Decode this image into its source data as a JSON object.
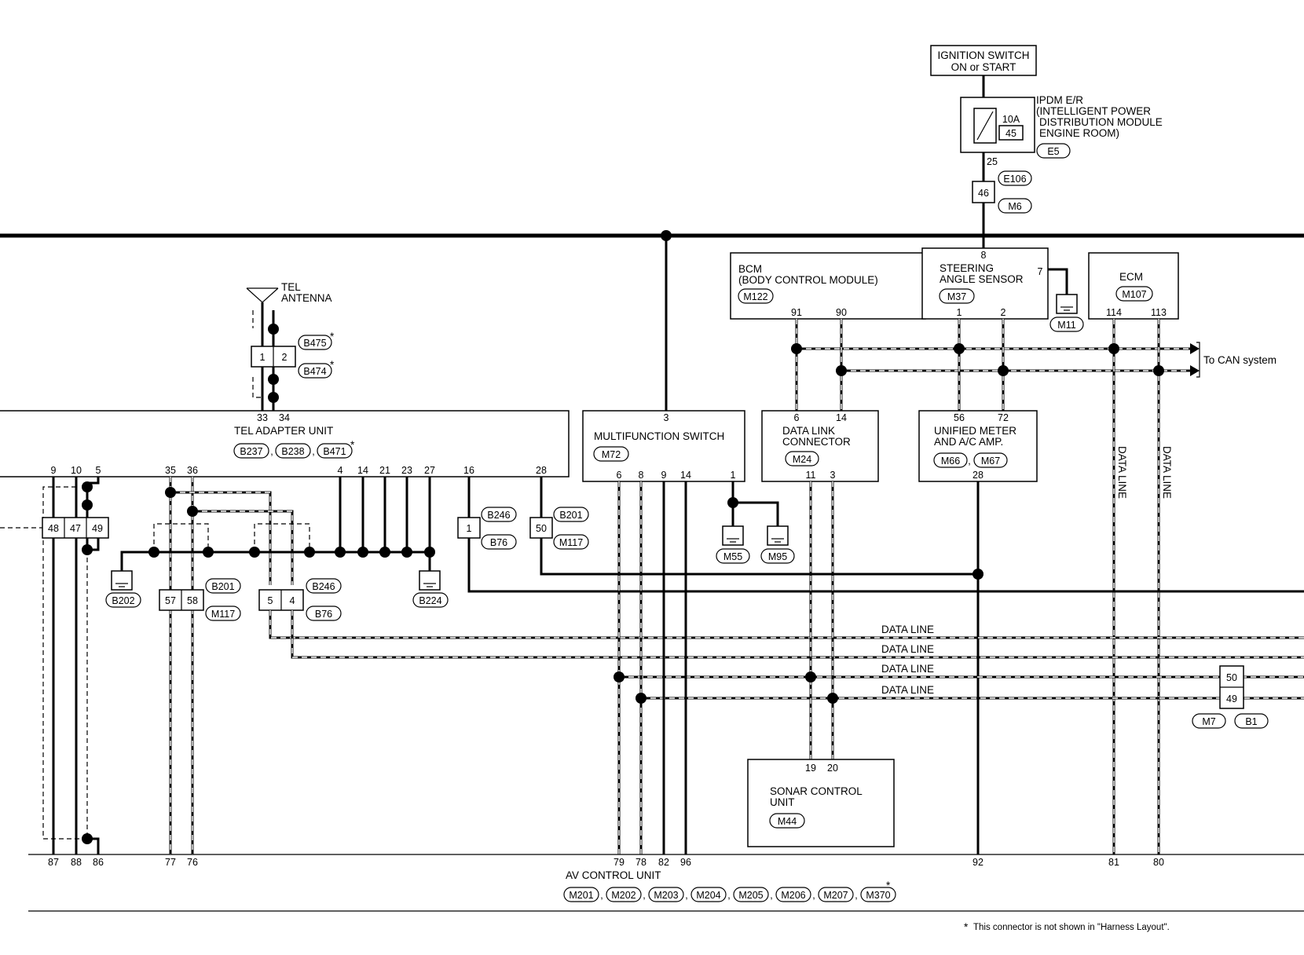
{
  "ignition": {
    "line1": "IGNITION SWITCH",
    "line2": "ON or START"
  },
  "ipdm": {
    "line1": "IPDM E/R",
    "line2": "(INTELLIGENT POWER",
    "line3": "DISTRIBUTION MODULE",
    "line4": "ENGINE ROOM)",
    "fuse_amp": "10A",
    "fuse_no": "45",
    "pin": "25",
    "connector": "E5"
  },
  "inline_e106": {
    "pin": "46",
    "conn_a": "E106",
    "conn_b": "M6"
  },
  "bcm": {
    "line1": "BCM",
    "line2": "(BODY CONTROL MODULE)",
    "connector": "M122",
    "pin_a": "91",
    "pin_b": "90"
  },
  "steering": {
    "line1": "STEERING",
    "line2": "ANGLE SENSOR",
    "connector": "M37",
    "pin_top": "8",
    "pin_gnd": "7",
    "pin_a": "1",
    "pin_b": "2",
    "ground": "M11"
  },
  "ecm": {
    "label": "ECM",
    "connector": "M107",
    "pin_a": "114",
    "pin_b": "113"
  },
  "can": {
    "label": "To CAN system"
  },
  "tel_antenna": {
    "line1": "TEL",
    "line2": "ANTENNA",
    "pin_a": "1",
    "pin_b": "2",
    "conn_a": "B475",
    "conn_b": "B474"
  },
  "tel_adapter": {
    "label": "TEL ADAPTER UNIT",
    "conn": [
      "B237",
      "B238",
      "B471"
    ],
    "top_pins": [
      "33",
      "34"
    ],
    "bottom_pins": [
      "9",
      "10",
      "5",
      "35",
      "36",
      "4",
      "14",
      "21",
      "23",
      "27",
      "16",
      "28"
    ]
  },
  "multifunction": {
    "label": "MULTIFUNCTION SWITCH",
    "connector": "M72",
    "pin_top": "3",
    "bottom_pins": [
      "6",
      "8",
      "9",
      "14",
      "1"
    ],
    "grounds": [
      "M55",
      "M95"
    ]
  },
  "data_link": {
    "line1": "DATA LINK",
    "line2": "CONNECTOR",
    "connector": "M24",
    "top_pins": [
      "6",
      "14"
    ],
    "bottom_pins": [
      "11",
      "3"
    ]
  },
  "meter": {
    "line1": "UNIFIED METER",
    "line2": "AND A/C AMP.",
    "connectors": [
      "M66",
      "M67"
    ],
    "top_pins": [
      "56",
      "72"
    ],
    "bottom_pin": "28"
  },
  "left_jc": {
    "pins": [
      "48",
      "47",
      "49"
    ]
  },
  "gnd_b202": "B202",
  "gnd_b224": "B224",
  "jc_5758": {
    "pins": [
      "57",
      "58"
    ],
    "conn_a": "B201",
    "conn_b": "M117"
  },
  "jc_54": {
    "pins": [
      "5",
      "4"
    ],
    "conn_a": "B246",
    "conn_b": "B76"
  },
  "jc_1": {
    "pin": "1",
    "conn_a": "B246",
    "conn_b": "B76"
  },
  "jc_50": {
    "pin": "50",
    "conn_a": "B201",
    "conn_b": "M117"
  },
  "data_lines": [
    "DATA LINE",
    "DATA LINE",
    "DATA LINE",
    "DATA LINE"
  ],
  "vertical_data_lines": [
    "DATA LINE",
    "DATA LINE"
  ],
  "jc_5049": {
    "pins": [
      "50",
      "49"
    ],
    "conn_a": "M7",
    "conn_b": "B1"
  },
  "sonar": {
    "line1": "SONAR CONTROL",
    "line2": "UNIT",
    "connector": "M44",
    "pins": [
      "19",
      "20"
    ]
  },
  "av": {
    "label": "AV CONTROL UNIT",
    "pins": [
      "87",
      "88",
      "86",
      "77",
      "76",
      "79",
      "78",
      "82",
      "96",
      "92",
      "81",
      "80"
    ],
    "connectors": [
      "M201",
      "M202",
      "M203",
      "M204",
      "M205",
      "M206",
      "M207",
      "M370"
    ]
  },
  "footnote": "This connector is not shown in \"Harness Layout\".",
  "footnote_star": "*",
  "star": "*",
  "sep": ","
}
